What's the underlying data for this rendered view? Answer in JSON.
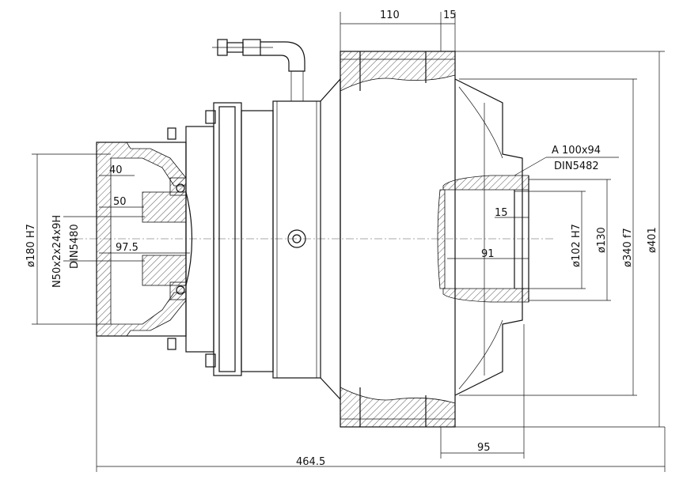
{
  "dimensions": {
    "top_110": "110",
    "top_15": "15",
    "left_40": "40",
    "left_50": "50",
    "left_97_5": "97.5",
    "left_dia180": "ø180 H7",
    "left_spline": "N50x2x24x9H",
    "left_spline_std": "DIN5480",
    "right_spline": "A 100x94",
    "right_spline_std": "DIN5482",
    "right_15": "15",
    "right_91": "91",
    "dia102": "ø102 H7",
    "dia130": "ø130",
    "dia340": "ø340 f7",
    "dia401": "ø401",
    "bottom_95": "95",
    "overall_length": "464.5"
  }
}
